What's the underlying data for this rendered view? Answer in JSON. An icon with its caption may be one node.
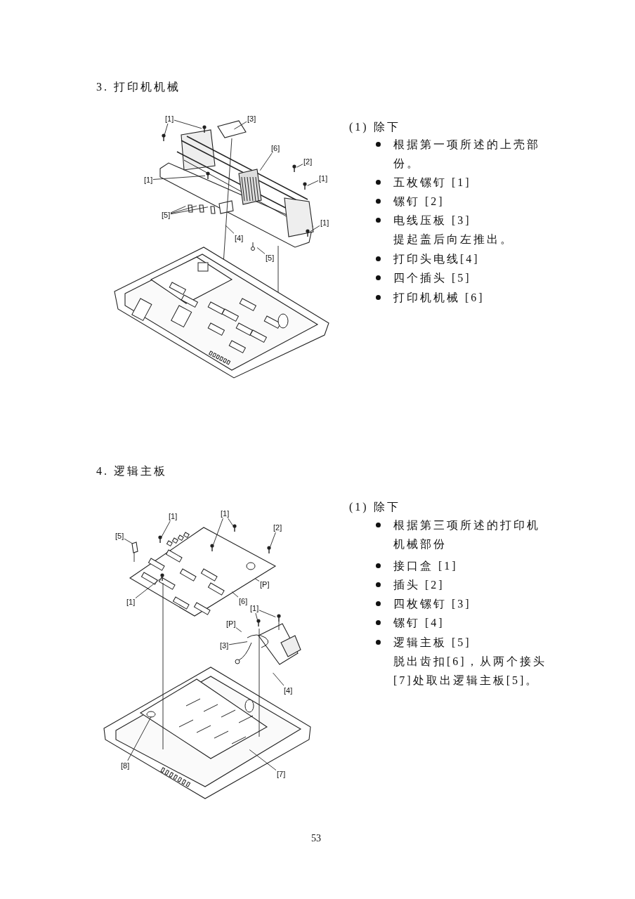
{
  "diagram": {
    "nodes": [
      {
        "text": [
          "[1]"
        ]
      },
      {
        "text": [
          "[3]"
        ]
      },
      {
        "text": [
          "[6]"
        ]
      },
      {
        "text": [
          "[2]"
        ]
      },
      {
        "text": [
          "[1]"
        ]
      },
      {
        "text": [
          "[1]"
        ]
      },
      {
        "text": [
          "[5]"
        ]
      },
      {
        "text": [
          "[4]"
        ]
      },
      {
        "text": [
          "[5]"
        ]
      },
      {
        "text": [
          "[1]"
        ]
      },
      {
        "text": [
          "[5]"
        ]
      },
      {
        "text": [
          "[1]"
        ]
      },
      {
        "text": [
          "[1]"
        ]
      },
      {
        "text": [
          "[2]"
        ]
      },
      {
        "text": [
          "[P]"
        ]
      },
      {
        "text": [
          "[1]"
        ]
      },
      {
        "text": [
          "[6]"
        ]
      },
      {
        "text": [
          "[1]"
        ]
      },
      {
        "text": [
          "[P]"
        ]
      },
      {
        "text": [
          "[3]"
        ]
      },
      {
        "text": [
          "[4]"
        ]
      },
      {
        "text": [
          "[8]"
        ]
      },
      {
        "text": [
          "[7]"
        ]
      },
      {
        "text": [],
        "shape": "picture"
      },
      {
        "text": [],
        "shape": "picture"
      },
      {
        "text": [],
        "shape": "picture"
      },
      {
        "text": [],
        "shape": "picture"
      }
    ],
    "edges": [
      {
        "from": 0,
        "to": 23,
        "arrow": "none"
      },
      {
        "from": 0,
        "to": 23,
        "arrow": "none"
      },
      {
        "from": 1,
        "to": 23,
        "arrow": "none"
      },
      {
        "from": 2,
        "to": 23,
        "arrow": "none"
      },
      {
        "from": 3,
        "to": 23,
        "arrow": "none"
      },
      {
        "from": 4,
        "to": 23,
        "arrow": "none"
      },
      {
        "from": 5,
        "to": 23,
        "arrow": "none"
      },
      {
        "from": 6,
        "to": 23,
        "arrow": "none"
      },
      {
        "from": 6,
        "to": 23,
        "arrow": "none"
      },
      {
        "from": 6,
        "to": 23,
        "arrow": "none"
      },
      {
        "from": 7,
        "to": 23,
        "arrow": "none"
      },
      {
        "from": 8,
        "to": 23,
        "arrow": "none"
      },
      {
        "from": 9,
        "to": 23,
        "arrow": "none"
      },
      {
        "from": 10,
        "to": 24,
        "arrow": "none"
      },
      {
        "from": 11,
        "to": 24,
        "arrow": "none"
      },
      {
        "from": 12,
        "to": 24,
        "arrow": "none"
      },
      {
        "from": 12,
        "to": 24,
        "arrow": "none"
      },
      {
        "from": 13,
        "to": 24,
        "arrow": "none"
      },
      {
        "from": 14,
        "to": 24,
        "arrow": "none"
      },
      {
        "from": 15,
        "to": 24,
        "arrow": "none"
      },
      {
        "from": 16,
        "to": 24,
        "arrow": "none"
      },
      {
        "from": 17,
        "to": 25,
        "arrow": "none"
      },
      {
        "from": 17,
        "to": 25,
        "arrow": "none"
      },
      {
        "from": 18,
        "to": 25,
        "arrow": "none"
      },
      {
        "from": 19,
        "to": 25,
        "arrow": "none"
      },
      {
        "from": 20,
        "to": 25,
        "arrow": "none"
      },
      {
        "from": 21,
        "to": 26,
        "arrow": "none"
      },
      {
        "from": 22,
        "to": 26,
        "arrow": "none"
      },
      {
        "from": 24,
        "to": 26,
        "arrow": "none"
      },
      {
        "from": 25,
        "to": 26,
        "arrow": "none"
      }
    ],
    "labels": [
      "3. 打印机机械",
      "(1) 除下",
      "根据第一项所述的上壳部份。",
      "五枚镙钉 [1]",
      "镙钉 [2]",
      "电线压板 [3]",
      "提起盖后向左推出。",
      "打印头电线[4]",
      "四个插头 [5]",
      "打印机机械 [6]",
      "4. 逻辑主板",
      "(1) 除下",
      "根据第三项所述的打印机机械部份",
      "接口盒 [1]",
      "插头 [2]",
      "四枚镙钉 [3]",
      "镙钉 [4]",
      "逻辑主板 [5]",
      "脱出齿扣[6]，从两个接头[7]处取出逻辑主板[5]。",
      "53"
    ]
  }
}
